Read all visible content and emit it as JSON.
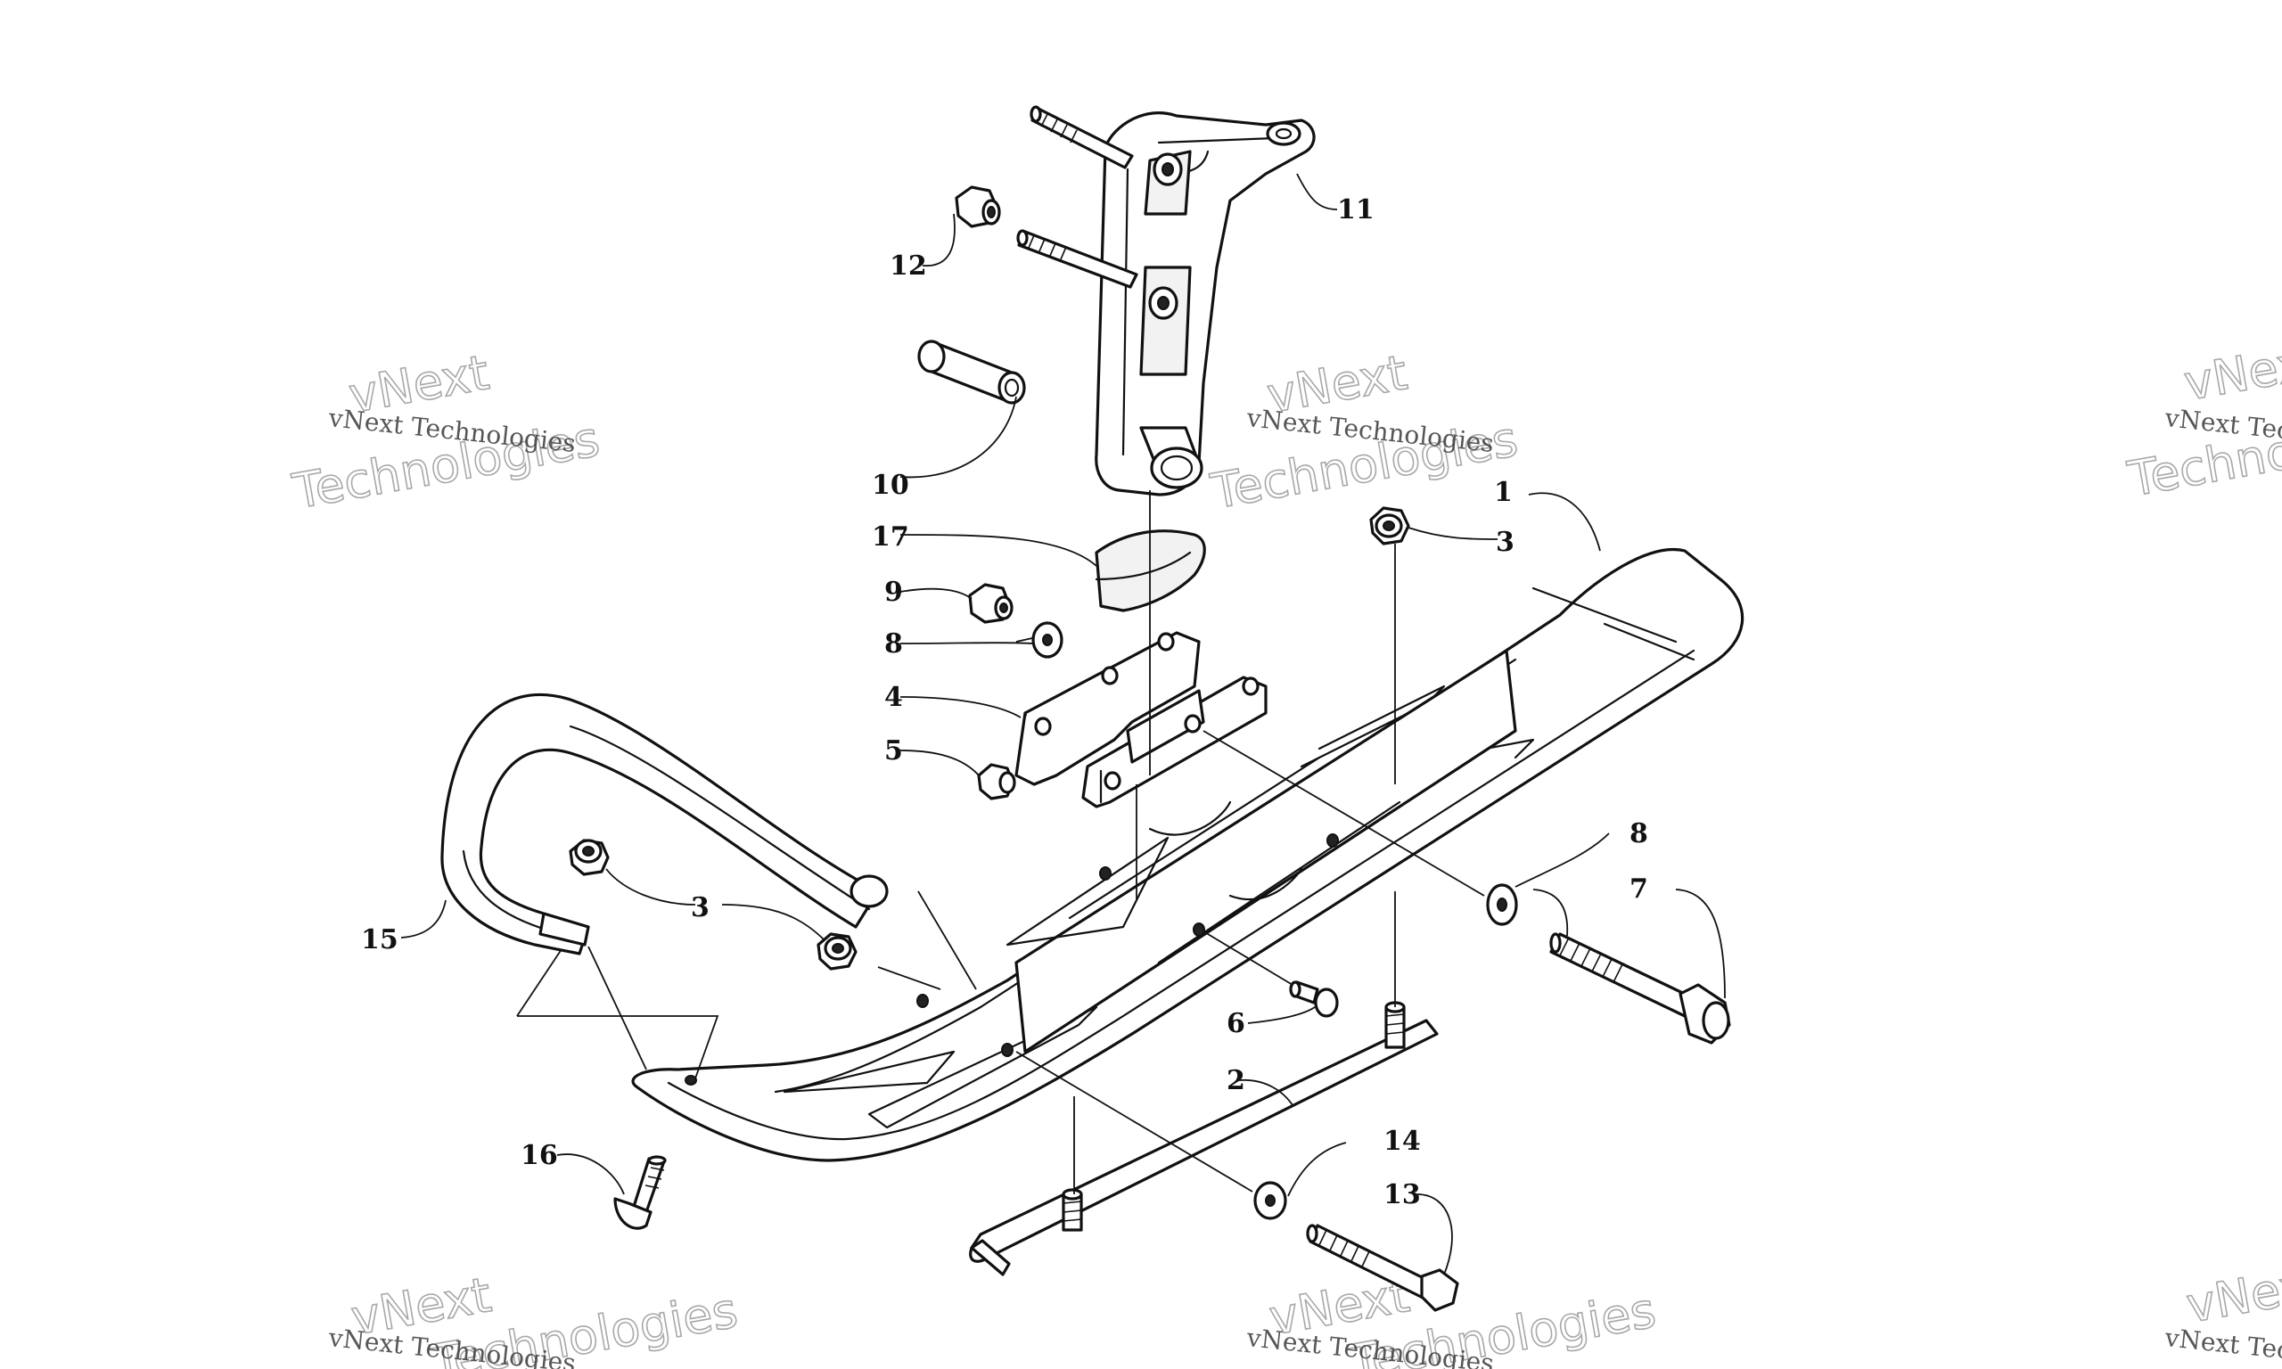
{
  "watermark": {
    "line": "vNext Technologies",
    "big_top": "vNext",
    "big_bottom": "Technologies"
  },
  "callouts": {
    "c1": "1",
    "c2": "2",
    "c3a": "3",
    "c3b": "3",
    "c4": "4",
    "c5": "5",
    "c6": "6",
    "c7": "7",
    "c8a": "8",
    "c8b": "8",
    "c9": "9",
    "c10": "10",
    "c11": "11",
    "c12": "12",
    "c13": "13",
    "c14": "14",
    "c15": "15",
    "c16": "16",
    "c17": "17"
  }
}
